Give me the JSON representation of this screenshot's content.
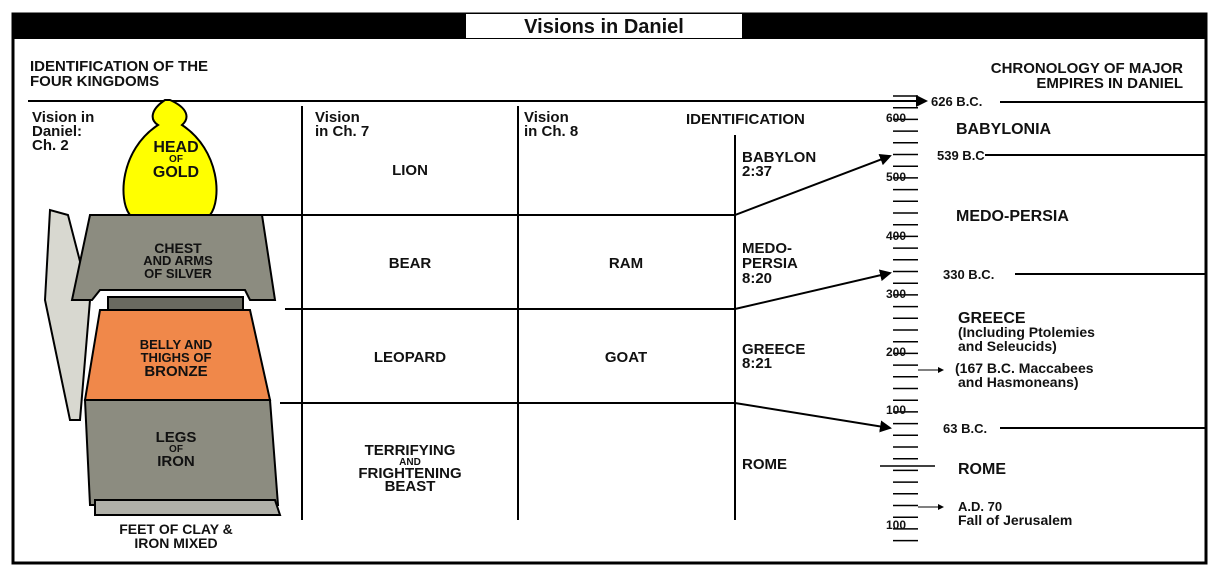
{
  "title": "Visions in Daniel",
  "left_heading": [
    "IDENTIFICATION OF THE",
    "FOUR KINGDOMS"
  ],
  "right_heading": [
    "CHRONOLOGY OF MAJOR",
    "EMPIRES IN DANIEL"
  ],
  "columns": {
    "ch2": [
      "Vision in",
      "Daniel:",
      "Ch. 2"
    ],
    "ch7": [
      "Vision",
      "in Ch. 7"
    ],
    "ch8": [
      "Vision",
      "in Ch. 8"
    ],
    "identification": "IDENTIFICATION"
  },
  "statue": {
    "head": [
      "HEAD",
      "OF",
      "GOLD"
    ],
    "chest": [
      "CHEST",
      "AND ARMS",
      "OF SILVER"
    ],
    "belly": [
      "BELLY AND",
      "THIGHS OF",
      "BRONZE"
    ],
    "legs": [
      "LEGS",
      "OF",
      "IRON"
    ],
    "feet": [
      "FEET OF CLAY &",
      "IRON MIXED"
    ]
  },
  "rows": [
    {
      "ch7": [
        "LION"
      ],
      "ch8": [],
      "id": [
        "BABYLON",
        "2:37"
      ]
    },
    {
      "ch7": [
        "BEAR"
      ],
      "ch8": [
        "RAM"
      ],
      "id": [
        "MEDO-",
        "PERSIA",
        "8:20"
      ]
    },
    {
      "ch7": [
        "LEOPARD"
      ],
      "ch8": [
        "GOAT"
      ],
      "id": [
        "GREECE",
        "8:21"
      ]
    },
    {
      "ch7": [
        "TERRIFYING",
        "AND",
        "FRIGHTENING",
        "BEAST"
      ],
      "ch8": [],
      "id": [
        "ROME"
      ]
    }
  ],
  "timeline": {
    "scale_labels": [
      "600",
      "500",
      "400",
      "300",
      "200",
      "100",
      "100"
    ],
    "dates": [
      "626 B.C.",
      "539 B.C",
      "330 B.C.",
      "63 B.C."
    ],
    "empires": [
      "BABYLONIA",
      "MEDO-PERSIA",
      "GREECE",
      "ROME"
    ],
    "greece_note": [
      "(Including Ptolemies",
      "and Seleucids)"
    ],
    "maccabees_note": [
      "(167 B.C. Maccabees",
      "and Hasmoneans)"
    ],
    "ad70_note": [
      "A.D. 70",
      "Fall of Jerusalem"
    ]
  },
  "colors": {
    "gold": "#ffff00",
    "silver": "#8c8c80",
    "bronze": "#f0884a",
    "iron": "#8c8c80"
  }
}
